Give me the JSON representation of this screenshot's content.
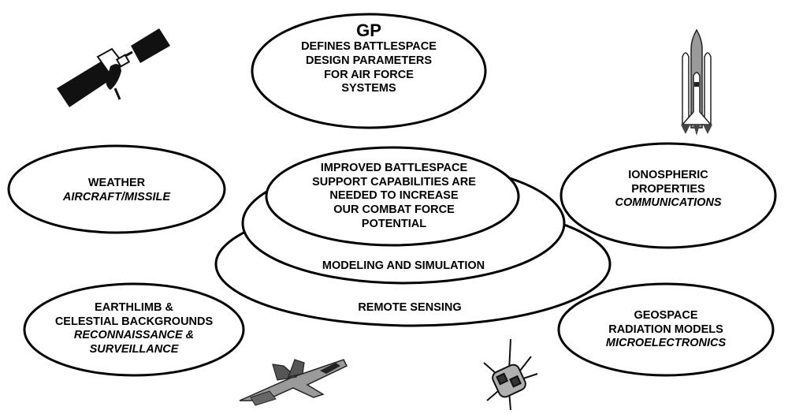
{
  "colors": {
    "stroke": "#000000",
    "fill": "#ffffff",
    "text": "#000000",
    "art_dark": "#1a1a1a",
    "art_mid": "#9a9a9a"
  },
  "icons": [
    "satellite-icon",
    "space-shuttle-icon",
    "fighter-jet-icon",
    "small-satellite-icon"
  ],
  "top": {
    "title": "GP",
    "lines": [
      "DEFINES BATTLESPACE",
      "DESIGN PARAMETERS",
      "FOR AIR FORCE",
      "SYSTEMS"
    ]
  },
  "center": {
    "lines": [
      "IMPROVED BATTLESPACE",
      "SUPPORT CAPABILITIES ARE",
      "NEEDED TO INCREASE",
      "OUR COMBAT FORCE",
      "POTENTIAL"
    ],
    "ring_middle": "MODELING AND SIMULATION",
    "ring_outer": "REMOTE SENSING"
  },
  "weather": {
    "title": "WEATHER",
    "application": "AIRCRAFT/MISSILE"
  },
  "ionosphere": {
    "lines": [
      "IONOSPHERIC",
      "PROPERTIES"
    ],
    "application": "COMMUNICATIONS"
  },
  "earthlimb": {
    "lines": [
      "EARTHLIMB &",
      "CELESTIAL BACKGROUNDS"
    ],
    "application_lines": [
      "RECONNAISSANCE &",
      "SURVEILLANCE"
    ]
  },
  "geospace": {
    "lines": [
      "GEOSPACE",
      "RADIATION MODELS"
    ],
    "application": "MICROELECTRONICS"
  }
}
